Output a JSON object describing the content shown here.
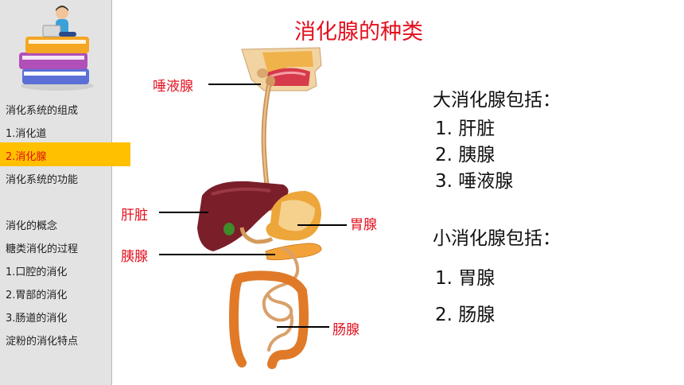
{
  "title": "消化腺的种类",
  "sidebar": {
    "items": [
      {
        "label": "消化系统的组成",
        "active": false
      },
      {
        "label": "1.消化道",
        "active": false
      },
      {
        "label": "2.消化腺",
        "active": true
      },
      {
        "label": "消化系统的功能",
        "active": false
      },
      {
        "label": "消化的概念",
        "active": false
      },
      {
        "label": "糖类消化的过程",
        "active": false
      },
      {
        "label": "1.口腔的消化",
        "active": false
      },
      {
        "label": "2.胃部的消化",
        "active": false
      },
      {
        "label": "3.肠道的消化",
        "active": false
      },
      {
        "label": "淀粉的消化特点",
        "active": false
      }
    ]
  },
  "diagram": {
    "labels": {
      "salivary": "唾液腺",
      "liver": "肝脏",
      "pancreas": "胰腺",
      "gastric": "胃腺",
      "intestinal": "肠腺"
    }
  },
  "content": {
    "large_heading": "大消化腺包括：",
    "large_items": [
      "1. 肝脏",
      "2. 胰腺",
      "3. 唾液腺"
    ],
    "small_heading": "小消化腺包括：",
    "small_items": [
      "1.  胃腺",
      "2.  肠腺"
    ]
  },
  "colors": {
    "accent_red": "#e3101e",
    "active_highlight": "#ffc000",
    "sidebar_bg": "#e3e3e3"
  }
}
